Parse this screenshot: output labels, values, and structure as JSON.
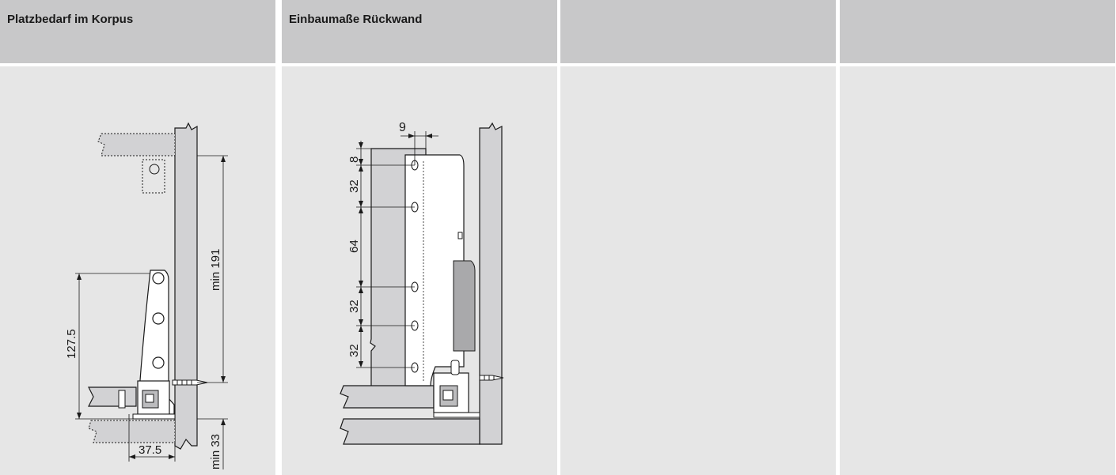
{
  "columns": [
    {
      "title": "Platzbedarf im Korpus"
    },
    {
      "title": "Einbaumaße Rückwand"
    },
    {
      "title": ""
    },
    {
      "title": ""
    }
  ],
  "diagram1": {
    "dim_height": "127.5",
    "dim_min191": "min 191",
    "dim_min33": "min 33",
    "dim_depth": "37.5"
  },
  "diagram2": {
    "dim_9": "9",
    "dim_8": "8",
    "dim_32a": "32",
    "dim_64": "64",
    "dim_32b": "32",
    "dim_32c": "32"
  },
  "colors": {
    "header": "#c8c8c9",
    "panel": "#e6e6e6",
    "wood": "#d2d2d4",
    "line": "#1a1a1a"
  }
}
